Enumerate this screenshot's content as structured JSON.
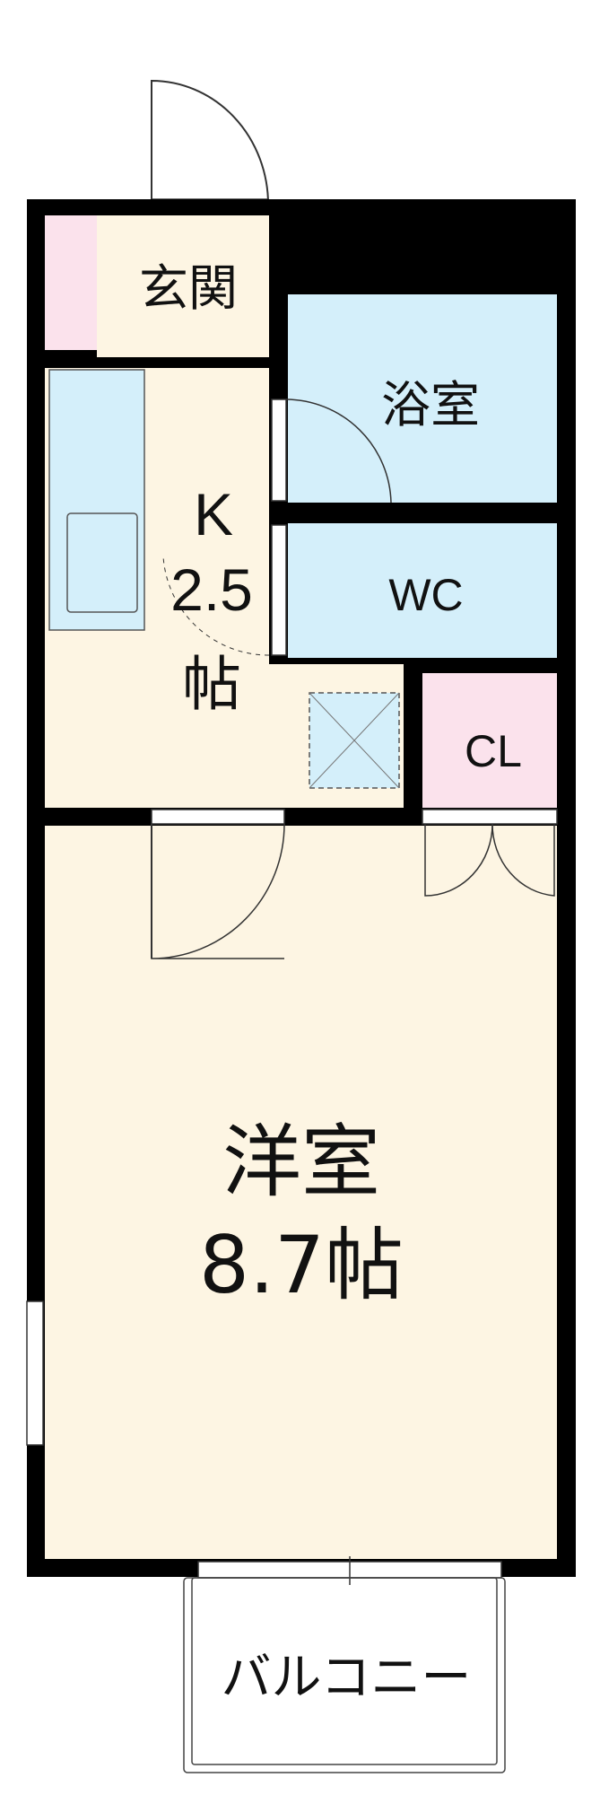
{
  "rooms": {
    "genkan": {
      "label": "玄関"
    },
    "bath": {
      "label": "浴室"
    },
    "kitchen": {
      "label_line1": "K",
      "label_line2": "2.5",
      "label_line3": "帖"
    },
    "wc": {
      "label": "WC"
    },
    "closet": {
      "label": "CL"
    },
    "western": {
      "label_line1": "洋室",
      "label_line2": "8.7帖"
    },
    "balcony": {
      "label": "バルコニー"
    }
  },
  "colors": {
    "wall": "#000000",
    "floor_beige": "#fdf5e3",
    "water_blue": "#d4effa",
    "closet_pink": "#fbe2ec",
    "line": "#333333"
  }
}
